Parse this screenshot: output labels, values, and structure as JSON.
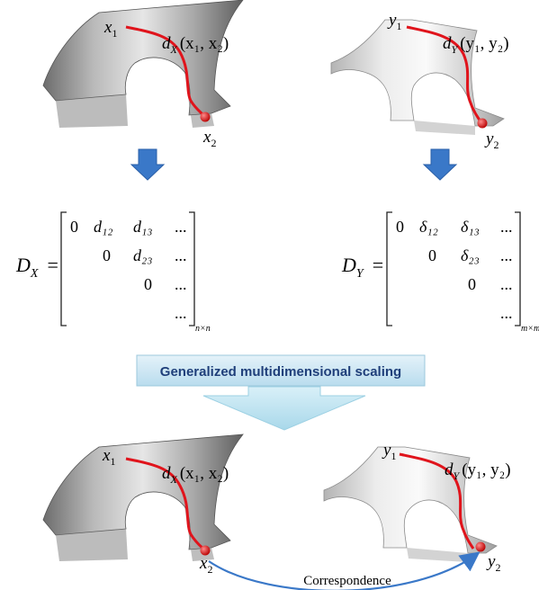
{
  "surfaces": {
    "top_left": {
      "point_a": "x",
      "point_a_sub": "1",
      "point_b": "x",
      "point_b_sub": "2",
      "geodesic": "d",
      "geodesic_sub": "X",
      "geodesic_args": "(x₁, x₂)"
    },
    "top_right": {
      "point_a": "y",
      "point_a_sub": "1",
      "point_b": "y",
      "point_b_sub": "2",
      "geodesic": "d",
      "geodesic_sub": "Y",
      "geodesic_args": "(y₁, y₂)"
    },
    "bottom_left": {
      "point_a": "x",
      "point_a_sub": "1",
      "point_b": "x",
      "point_b_sub": "2",
      "geodesic": "d",
      "geodesic_sub": "X",
      "geodesic_args": "(x₁, x₂)"
    },
    "bottom_right": {
      "point_a": "y",
      "point_a_sub": "1",
      "point_b": "y",
      "point_b_sub": "2",
      "geodesic": "d",
      "geodesic_sub": "Y",
      "geodesic_args": "(y₁, y₂)"
    }
  },
  "matrices": {
    "left": {
      "name": "D",
      "name_sub": "X",
      "equals": "=",
      "rows": [
        [
          "0",
          "d₁₂",
          "d₁₃",
          "..."
        ],
        [
          "",
          "0",
          "d₂₃",
          "..."
        ],
        [
          "",
          "",
          "0",
          "..."
        ],
        [
          "",
          "",
          "",
          "..."
        ]
      ],
      "size": "n×n"
    },
    "right": {
      "name": "D",
      "name_sub": "Y",
      "equals": "=",
      "rows": [
        [
          "0",
          "δ₁₂",
          "δ₁₃",
          "..."
        ],
        [
          "",
          "0",
          "δ₂₃",
          "..."
        ],
        [
          "",
          "",
          "0",
          "..."
        ],
        [
          "",
          "",
          "",
          "..."
        ]
      ],
      "size": "m×m"
    }
  },
  "banner": {
    "label": "Generalized multidimensional scaling"
  },
  "correspondence": {
    "label": "Correspondence"
  },
  "colors": {
    "geodesic": "#e0141c",
    "arrow_blue": "#3a78c8",
    "banner_fill": "#cfe6f2",
    "banner_text": "#1f3f7a",
    "big_arrow": "#bfe3f0"
  }
}
